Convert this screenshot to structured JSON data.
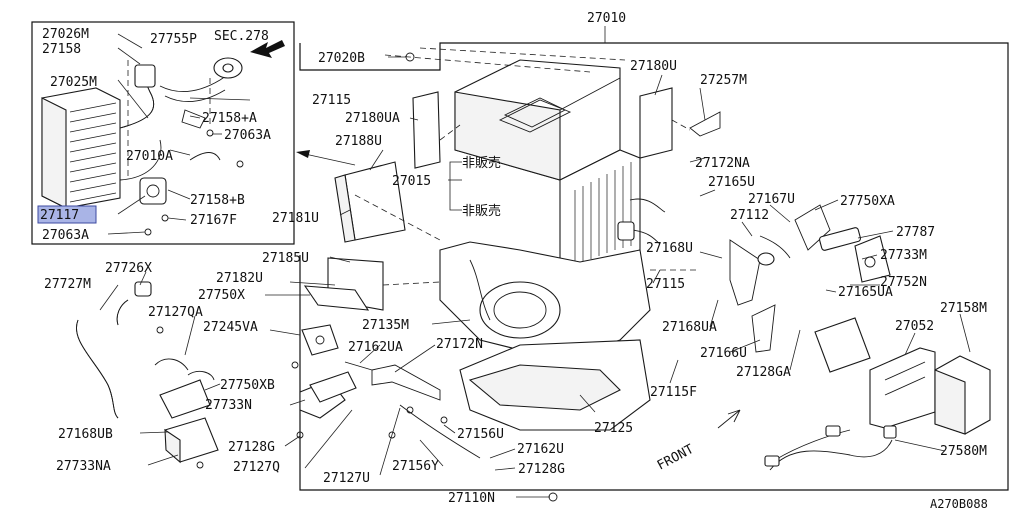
{
  "diagram_code": "A270B088",
  "highlighted_part": "27117",
  "texts": {
    "not_for_sale_1": "非販売",
    "not_for_sale_2": "非販売",
    "front": "FRONT",
    "sec": "SEC.278"
  },
  "parts": {
    "p27010": "27010",
    "p27020B": "27020B",
    "p27026M": "27026M",
    "p27755P": "27755P",
    "p27158": "27158",
    "p27025M": "27025M",
    "p27115_top": "27115",
    "p27158A": "27158+A",
    "p27063A_top": "27063A",
    "p27010A": "27010A",
    "p27158B": "27158+B",
    "p27117": "27117",
    "p27167F": "27167F",
    "p27063A_bottom": "27063A",
    "p27180U": "27180U",
    "p27257M": "27257M",
    "p27180UA": "27180UA",
    "p27188U": "27188U",
    "p27172NA": "27172NA",
    "p27015": "27015",
    "p27165U": "27165U",
    "p27167U": "27167U",
    "p27750XA": "27750XA",
    "p27181U": "27181U",
    "p27112": "27112",
    "p27787": "27787",
    "p27168U": "27168U",
    "p27733M": "27733M",
    "p27726X": "27726X",
    "p27185U": "27185U",
    "p27752N": "27752N",
    "p27727M": "27727M",
    "p27182U": "27182U",
    "p27115_mid": "27115",
    "p27165UA": "27165UA",
    "p27750X": "27750X",
    "p27158M": "27158M",
    "p27127QA": "27127QA",
    "p27052": "27052",
    "p27135M": "27135M",
    "p27245VA": "27245VA",
    "p27168UA": "27168UA",
    "p27172N": "27172N",
    "p27162UA": "27162UA",
    "p27166U": "27166U",
    "p27128GA": "27128GA",
    "p27750XB": "27750XB",
    "p27115F": "27115F",
    "p27733N": "27733N",
    "p27168UB": "27168UB",
    "p27156U": "27156U",
    "p27125": "27125",
    "p27128G_left": "27128G",
    "p27162U": "27162U",
    "p27733NA": "27733NA",
    "p27127Q": "27127Q",
    "p27156Y": "27156Y",
    "p27128G_right": "27128G",
    "p27580M": "27580M",
    "p27127U": "27127U",
    "p27110N": "27110N"
  }
}
